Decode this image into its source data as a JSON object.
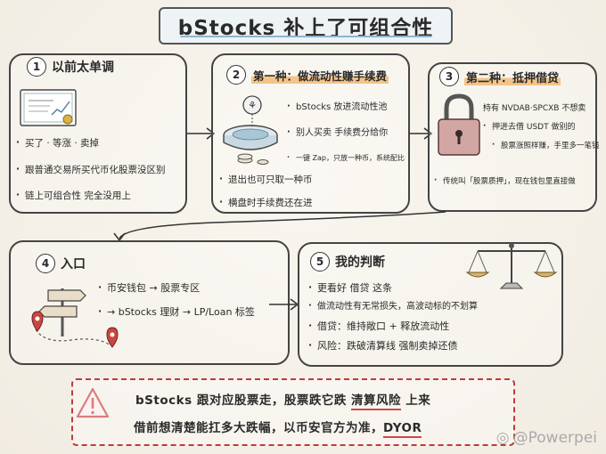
{
  "title": "bStocks 补上了可组合性",
  "panels": [
    {
      "num": "1",
      "heading": "以前太单调",
      "bullets": [
        "买了 · 等涨 · 卖掉",
        "跟普通交易所买代币化股票没区别",
        "链上可组合性 完全没用上"
      ]
    },
    {
      "num": "2",
      "heading": "第一种：做流动性赚手续费",
      "bullets": [
        "bStocks 放进流动性池",
        "别人买卖 手续费分给你",
        "一键 Zap，只放一种币，系统配比",
        "退出也可只取一种币",
        "横盘时手续费还在进"
      ]
    },
    {
      "num": "3",
      "heading": "第二种：抵押借贷",
      "bullets": [
        "持有 NVDAB·SPCXB 不想卖",
        "押进去借 USDT 做别的",
        "股票涨照样赚，手里多一笔钱",
        "传统叫「股票质押」，现在钱包里直接做"
      ]
    },
    {
      "num": "4",
      "heading": "入口",
      "bullets": [
        "币安钱包 → 股票专区",
        "→ bStocks 理财 → LP/Loan 标签"
      ]
    },
    {
      "num": "5",
      "heading": "我的判断",
      "bullets": [
        "更看好 借贷 这条",
        "做流动性有无常损失，高波动标的不划算",
        "借贷：维持敞口 + 释放流动性",
        "风险：跌破清算线 强制卖掉还债"
      ]
    }
  ],
  "warning": {
    "line1_pre": "bStocks 跟对应股票走，股票跌它跌 ",
    "line1_hl": "清算风险",
    "line1_post": " 上来",
    "line2_pre": "借前想清楚能扛多大跌幅，以币安官方为准，",
    "line2_hl": "DYOR"
  },
  "watermark": "@Powerpei",
  "icons": {
    "certificate": "certificate-icon",
    "pool": "liquidity-pool-icon",
    "lock": "padlock-icon",
    "signpost": "signpost-icon",
    "scale": "balance-scale-icon",
    "warning": "warning-triangle-icon"
  }
}
